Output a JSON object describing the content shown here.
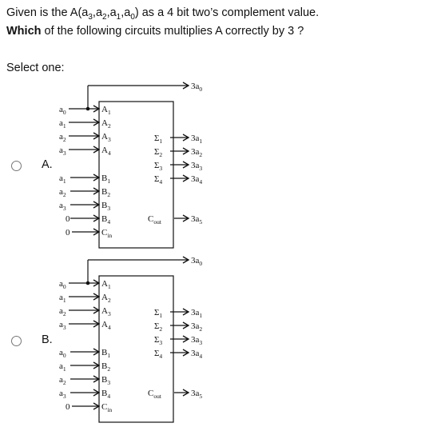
{
  "question": {
    "line1_prefix": "Given is the A(a",
    "subs": [
      "3",
      "2",
      "1",
      "0"
    ],
    "line1_suffix": ") as a 4 bit two’s complement value.",
    "line2_bold": "Which",
    "line2_rest": " of the following circuits multiplies A correctly by 3 ?"
  },
  "select_prompt": "Select one:",
  "options": [
    {
      "label": "A.",
      "inputs_a": [
        "a0",
        "a1",
        "a2",
        "a3"
      ],
      "inputs_b": [
        "a1",
        "a2",
        "a3",
        "0"
      ],
      "cin": "0"
    },
    {
      "label": "B.",
      "inputs_a": [
        "a0",
        "a1",
        "a2",
        "a3"
      ],
      "inputs_b": [
        "a0",
        "a1",
        "a2",
        "a3"
      ],
      "cin": "0"
    }
  ],
  "block": {
    "a_pins": [
      "A1",
      "A2",
      "A3",
      "A4"
    ],
    "b_pins": [
      "B1",
      "B2",
      "B3",
      "B4"
    ],
    "cin_pin": "Cin",
    "sum_pins": [
      "Σ1",
      "Σ2",
      "Σ3",
      "Σ4"
    ],
    "cout_pin": "Cout"
  },
  "outputs": [
    "3a0",
    "3a1",
    "3a2",
    "3a3",
    "3a4",
    "3a5"
  ]
}
